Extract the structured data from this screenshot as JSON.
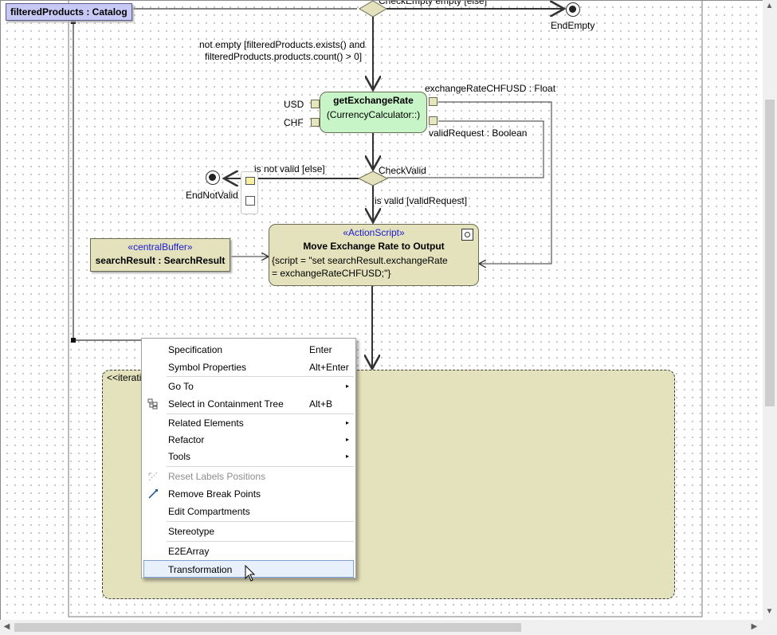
{
  "diagram": {
    "object_node": "filteredProducts : Catalog",
    "guard_top": "CheckEmpty      empty [else]",
    "end_empty": "EndEmpty",
    "guard_not_empty_1": "not empty [filteredProducts.exists() and",
    "guard_not_empty_2": "filteredProducts.products.count() > 0]",
    "action_exchange": {
      "title": "getExchangeRate",
      "subtitle": "(CurrencyCalculator::)",
      "pin_usd": "USD",
      "pin_chf": "CHF",
      "out_rate": "exchangeRateCHFUSD : Float",
      "out_valid": "validRequest : Boolean"
    },
    "check_valid": "CheckValid",
    "not_valid": "is not valid [else]",
    "end_not_valid": "EndNotValid",
    "is_valid": "is valid [validRequest]",
    "buffer": {
      "stereotype": "«centralBuffer»",
      "name": "searchResult : SearchResult"
    },
    "action_move": {
      "stereotype": "«ActionScript»",
      "title": "Move Exchange Rate to Output",
      "script_1": "{script = \"set searchResult.exchangeRate",
      "script_2": "= exchangeRateCHFUSD;\"}"
    },
    "region_label": "<<iterati"
  },
  "menu": {
    "items": [
      {
        "label": "Specification",
        "shortcut": "Enter"
      },
      {
        "label": "Symbol Properties",
        "shortcut": "Alt+Enter"
      },
      {
        "label": "Go To",
        "shortcut": ""
      },
      {
        "label": "Select in Containment Tree",
        "shortcut": "Alt+B"
      },
      {
        "label": "Related Elements",
        "shortcut": ""
      },
      {
        "label": "Refactor",
        "shortcut": ""
      },
      {
        "label": "Tools",
        "shortcut": ""
      },
      {
        "label": "Reset Labels Positions",
        "shortcut": ""
      },
      {
        "label": "Remove Break Points",
        "shortcut": ""
      },
      {
        "label": "Edit Compartments",
        "shortcut": ""
      },
      {
        "label": "Stereotype",
        "shortcut": ""
      },
      {
        "label": "E2EArray",
        "shortcut": ""
      },
      {
        "label": "Transformation",
        "shortcut": ""
      }
    ],
    "arrow": "▸"
  },
  "scrollbar": {
    "up": "▲",
    "down": "▼",
    "left": "◀",
    "right": "▶"
  }
}
